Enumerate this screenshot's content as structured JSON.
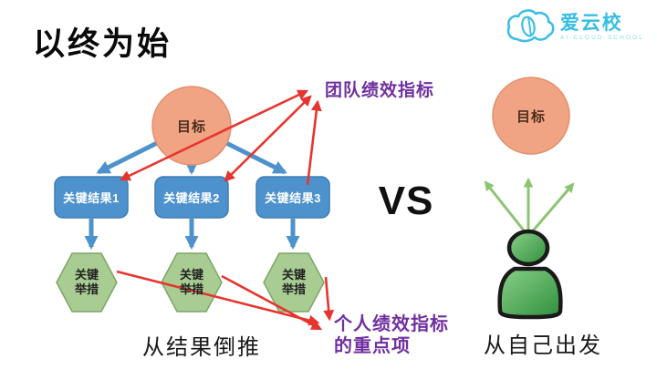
{
  "slide": {
    "title": "以终为始",
    "logo": {
      "brand": "爱云校",
      "tagline": "AI·CLOUD·SCHOOL"
    },
    "vs_label": "VS",
    "left": {
      "goal": "目标",
      "key_results": [
        "关键结果1",
        "关键结果2",
        "关键结果3"
      ],
      "key_actions": [
        "关键\n举措",
        "关键\n举措",
        "关键\n举措"
      ],
      "team_kpi": "团队绩效指标",
      "personal_kpi": "个人绩效指标\n的重点项",
      "caption": "从结果倒推"
    },
    "right": {
      "goal": "目标",
      "caption": "从自己出发"
    },
    "colors": {
      "goal_fill": "#f1a483",
      "goal_border": "#e29070",
      "kr_fill": "#4d92cc",
      "kr_border": "#3c7cb4",
      "action_fill": "#a8cc92",
      "action_border": "#7ea568",
      "blue_arrow": "#4d92cc",
      "red_arrow": "#e6352f",
      "green_arrow": "#8cc474",
      "kpi_text": "#7030a0",
      "brand_cyan": "#35bee3",
      "person_green": "#379b43"
    }
  }
}
